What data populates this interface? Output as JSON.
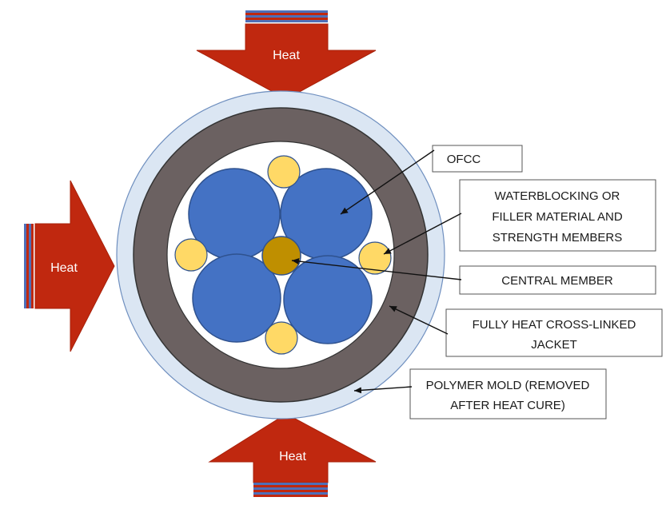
{
  "heat_label": "Heat",
  "labels": {
    "ofcc": "OFCC",
    "waterblocking": [
      "WATERBLOCKING  OR",
      "FILLER MATERIAL AND",
      "STRENGTH MEMBERS"
    ],
    "central_member": "CENTRAL  MEMBER",
    "jacket": [
      "FULLY HEAT CROSS-LINKED",
      "JACKET"
    ],
    "polymer_mold": [
      "POLYMER MOLD (REMOVED",
      "AFTER HEAT CURE)"
    ]
  },
  "colors": {
    "arrow_fill": "#c0280f",
    "arrow_stripe_blue": "#4f6fb8",
    "mold": "#dbe6f3",
    "jacket": "#6b6161",
    "ofcc": "#4472c4",
    "filler": "#ffd966",
    "central_member": "#bf8f00"
  }
}
